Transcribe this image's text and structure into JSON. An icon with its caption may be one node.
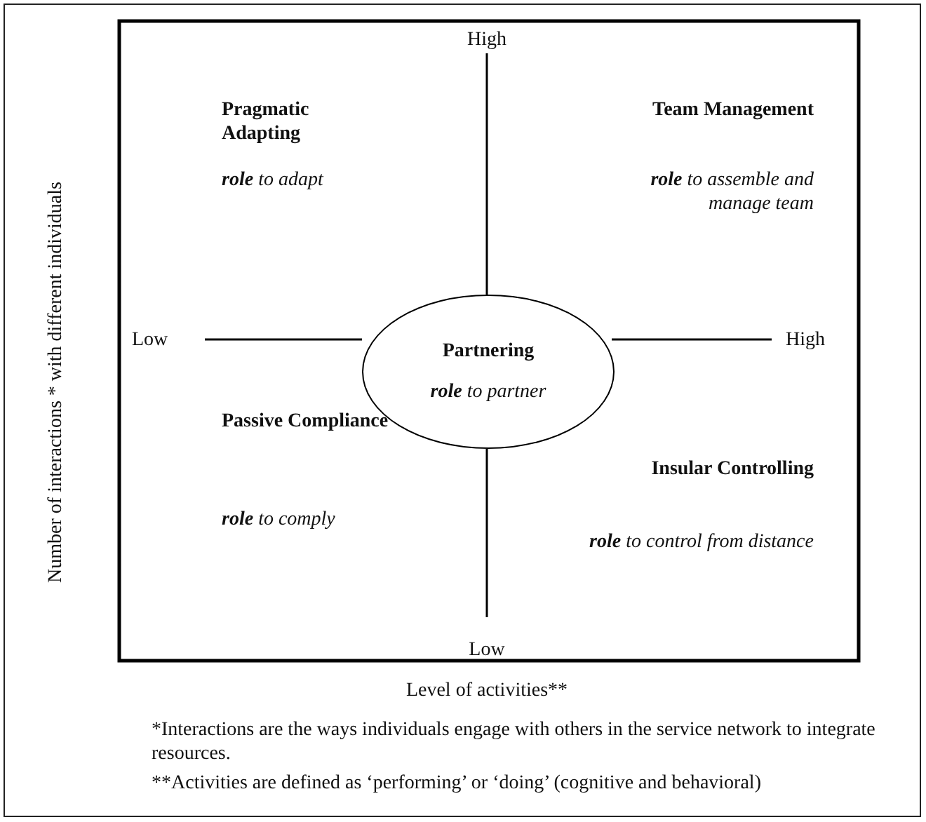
{
  "diagram": {
    "nodes": [
      {
        "text": [
          "Partnering",
          "**role** to partner"
        ]
      }
    ],
    "edges": [],
    "labels": [
      "High",
      "Pragmatic Adapting",
      "**role** to adapt",
      "Team Management",
      "**role** to assemble and manage team",
      "Low",
      "High",
      "Passive Compliance",
      "**role** to comply",
      "Insular Controlling",
      "**role** to control from distance",
      "Low",
      "Number of interactions * with different individuals",
      "Level of activities**",
      "*Interactions are the ways individuals engage with others in the service network to integrate resources.",
      "**Activities are defined as ‘performing’ or ‘doing’ (cognitive and behavioral)"
    ]
  }
}
